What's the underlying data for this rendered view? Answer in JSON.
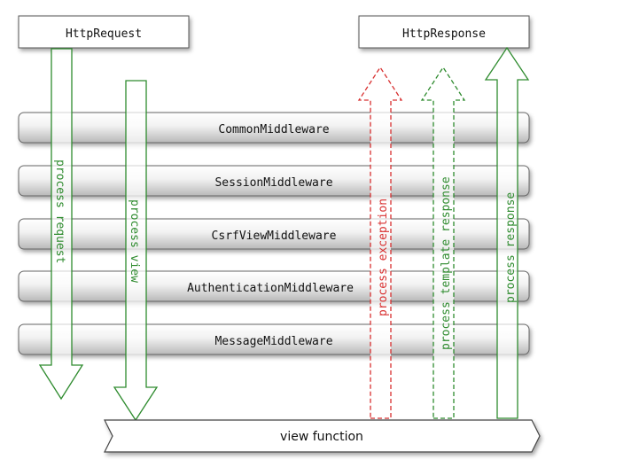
{
  "request_box": {
    "label": "HttpRequest"
  },
  "response_box": {
    "label": "HttpResponse"
  },
  "middleware_layers": [
    "CommonMiddleware",
    "SessionMiddleware",
    "CsrfViewMiddleware",
    "AuthenticationMiddleware",
    "MessageMiddleware"
  ],
  "view_function": {
    "label": "view function"
  },
  "arrows": {
    "process_request": {
      "label": "process request",
      "color": "#2e8b2e",
      "style": "solid",
      "direction": "down"
    },
    "process_view": {
      "label": "process view",
      "color": "#2e8b2e",
      "style": "solid",
      "direction": "down"
    },
    "process_exception": {
      "label": "process exception",
      "color": "#d83030",
      "style": "dashed",
      "direction": "up"
    },
    "process_template_response": {
      "label": "process template response",
      "color": "#2e8b2e",
      "style": "dashed",
      "direction": "up"
    },
    "process_response": {
      "label": "process response",
      "color": "#2e8b2e",
      "style": "solid",
      "direction": "up"
    }
  }
}
